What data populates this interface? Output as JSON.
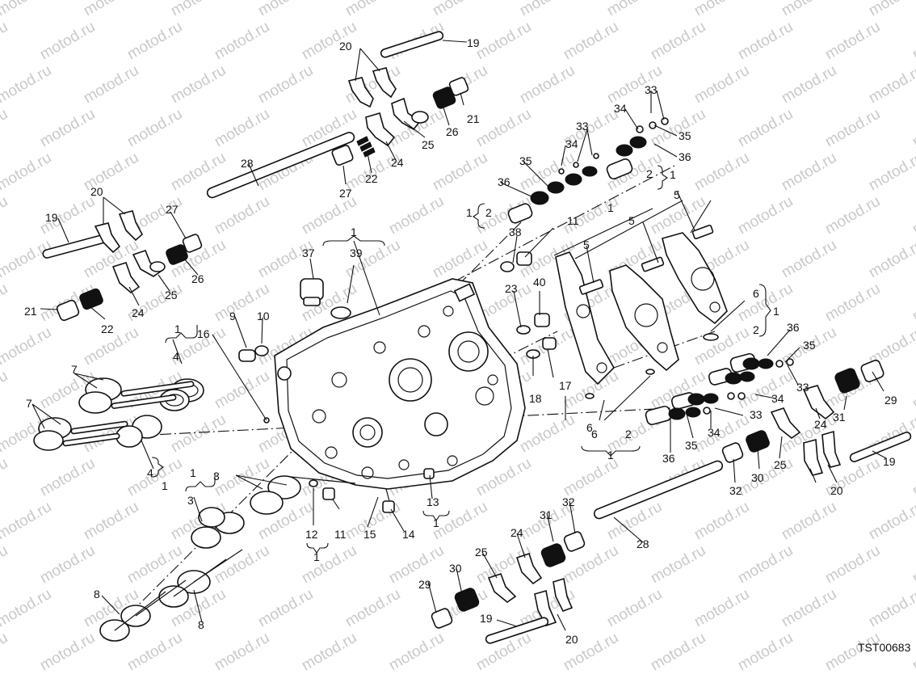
{
  "watermark": "motod.ru",
  "drawing_code": "TST00683",
  "labels": {
    "l1a": "1",
    "l1b": "1",
    "l1c": "1",
    "l1d": "1",
    "l1e": "1",
    "l1f": "1",
    "l1g": "1",
    "l1h": "1",
    "l1i": "1",
    "l1j": "1",
    "l1k": "1",
    "l2a": "2",
    "l2b": "2",
    "l2c": "2",
    "l2d": "2",
    "l3a": "3",
    "l3b": "3",
    "l4a": "4",
    "l4b": "4",
    "l5a": "5",
    "l5b": "5",
    "l5c": "5",
    "l6a": "6",
    "l6b": "6",
    "l6c": "6",
    "l7a": "7",
    "l7b": "7",
    "l8a": "8",
    "l8b": "8",
    "l9": "9",
    "l10": "10",
    "l11a": "11",
    "l11b": "11",
    "l12": "12",
    "l13": "13",
    "l14": "14",
    "l15": "15",
    "l16": "16",
    "l17": "17",
    "l18": "18",
    "l19a": "19",
    "l19b": "19",
    "l19c": "19",
    "l19d": "19",
    "l20a": "20",
    "l20b": "20",
    "l20c": "20",
    "l20d": "20",
    "l21a": "21",
    "l21b": "21",
    "l22a": "22",
    "l22b": "22",
    "l23": "23",
    "l24a": "24",
    "l24b": "24",
    "l24c": "24",
    "l24d": "24",
    "l25a": "25",
    "l25b": "25",
    "l25c": "25",
    "l25d": "25",
    "l26a": "26",
    "l26b": "26",
    "l27a": "27",
    "l27b": "27",
    "l28a": "28",
    "l28b": "28",
    "l29a": "29",
    "l29b": "29",
    "l30a": "30",
    "l30b": "30",
    "l31a": "31",
    "l31b": "31",
    "l32a": "32",
    "l32b": "32",
    "l33a": "33",
    "l33b": "33",
    "l33c": "33",
    "l33d": "33",
    "l34a": "34",
    "l34b": "34",
    "l34c": "34",
    "l34d": "34",
    "l35a": "35",
    "l35b": "35",
    "l35c": "35",
    "l35d": "35",
    "l36a": "36",
    "l36b": "36",
    "l36c": "36",
    "l36d": "36",
    "l37": "37",
    "l38": "38",
    "l39": "39",
    "l40": "40"
  }
}
